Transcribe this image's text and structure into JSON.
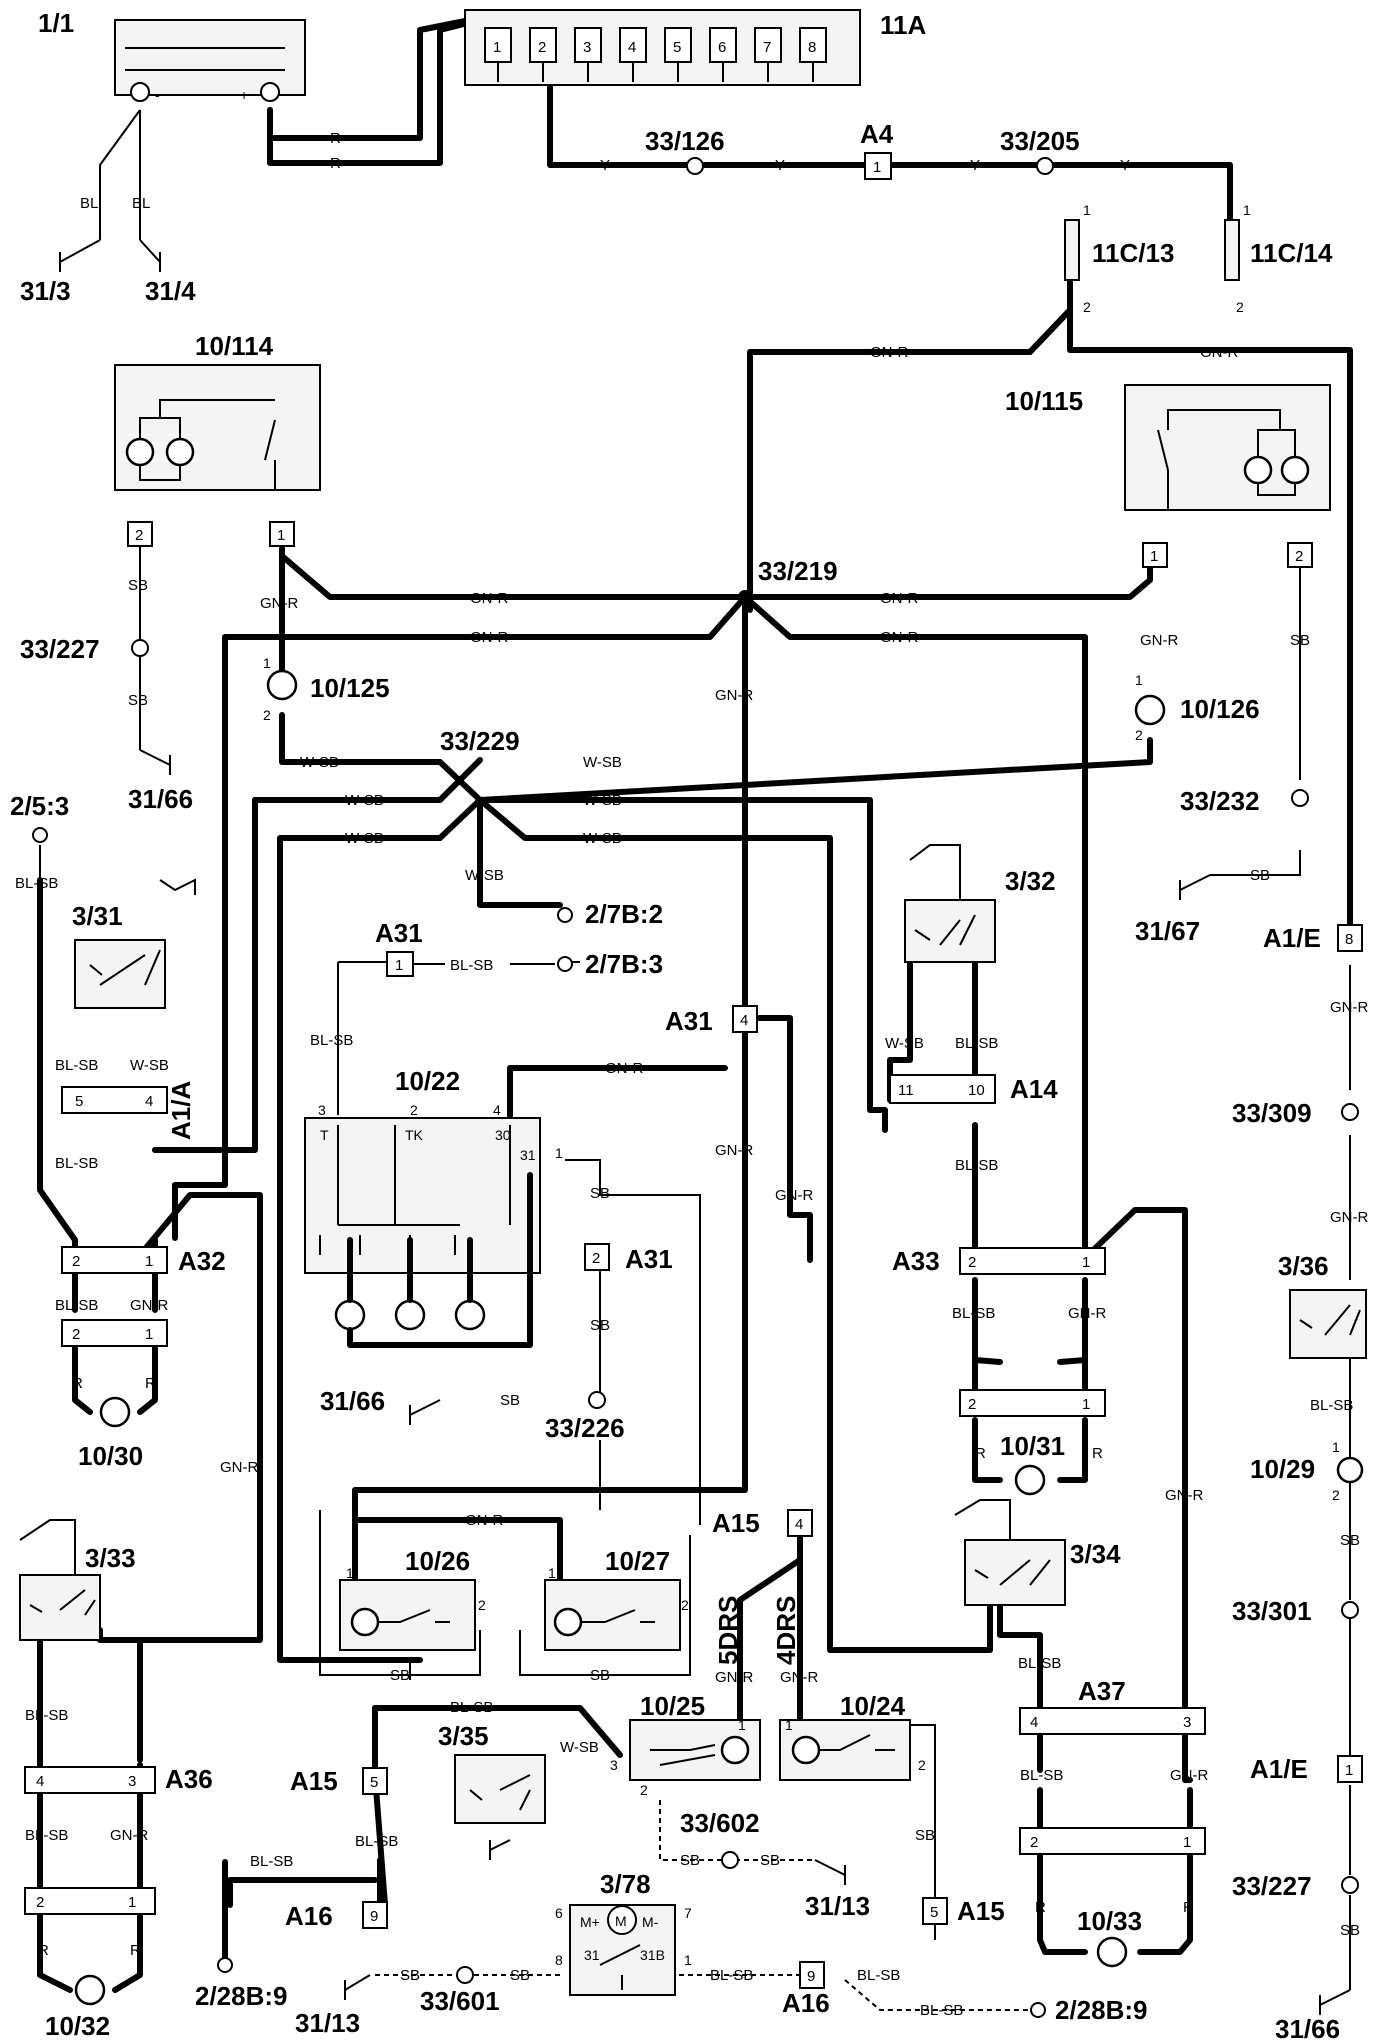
{
  "components": {
    "battery": "1/1",
    "fusebox": "11A",
    "fuse_numbers": [
      "1",
      "2",
      "3",
      "4",
      "5",
      "6",
      "7",
      "8"
    ],
    "c_11c13": "11C/13",
    "c_11c14": "11C/14",
    "lamp_10_114": "10/114",
    "lamp_10_115": "10/115",
    "lamp_10_125": "10/125",
    "lamp_10_126": "10/126",
    "lamp_10_22": "10/22",
    "lamp_10_26": "10/26",
    "lamp_10_27": "10/27",
    "lamp_10_25": "10/25",
    "lamp_10_24": "10/24",
    "lamp_10_30": "10/30",
    "lamp_10_31": "10/31",
    "lamp_10_32": "10/32",
    "lamp_10_33": "10/33",
    "lamp_10_29": "10/29",
    "sw_3_31": "3/31",
    "sw_3_32": "3/32",
    "sw_3_33": "3/33",
    "sw_3_34": "3/34",
    "sw_3_35": "3/35",
    "sw_3_36": "3/36",
    "motor_3_78": "3/78",
    "motor_sym": "M",
    "door_5": "5DRS",
    "door_4": "4DRS"
  },
  "splices": {
    "s126": "33/126",
    "s205": "33/205",
    "s219": "33/219",
    "s229": "33/229",
    "s227a": "33/227",
    "s227b": "33/227",
    "s232": "33/232",
    "s309": "33/309",
    "s301": "33/301",
    "s226": "33/226",
    "s602": "33/602",
    "s601": "33/601"
  },
  "grounds": {
    "g31_3": "31/3",
    "g31_4": "31/4",
    "g31_66a": "31/66",
    "g31_66b": "31/66",
    "g31_66c": "31/66",
    "g31_67": "31/67",
    "g31_13a": "31/13",
    "g31_13b": "31/13"
  },
  "connectors": {
    "A4": "A4",
    "A31a": "A31",
    "A31b": "A31",
    "A31c": "A31",
    "A1A": "A1/A",
    "A32": "A32",
    "A14": "A14",
    "A33": "A33",
    "A1E_a": "A1/E",
    "A1E_b": "A1/E",
    "A15a": "A15",
    "A15b": "A15",
    "A15c": "A15",
    "A16a": "A16",
    "A16b": "A16",
    "A36": "A36",
    "A37": "A37"
  },
  "terminals": {
    "t2_5_3": "2/5:3",
    "t2_7B_2": "2/7B:2",
    "t2_7B_3": "2/7B:3",
    "t2_28B_9a": "2/28B:9",
    "t2_28B_9b": "2/28B:9"
  },
  "wire_colors": {
    "R": "R",
    "Y": "Y",
    "BL": "BL",
    "SB": "SB",
    "GNR": "GN-R",
    "WSB": "W-SB",
    "BLSB": "BL-SB"
  },
  "pins": {
    "p1": "1",
    "p2": "2",
    "p3": "3",
    "p4": "4",
    "p5": "5",
    "p6": "6",
    "p7": "7",
    "p8": "8",
    "p9": "9",
    "p10": "10",
    "p11": "11",
    "p30": "30",
    "p31": "31",
    "p31b": "31B",
    "pT": "T",
    "pTK": "TK",
    "pMp": "M+",
    "pMm": "M-",
    "minus": "-",
    "plus": "+"
  },
  "colors": {
    "ink": "#000000",
    "paper": "#ffffff",
    "component_fill": "#f4f4f4"
  }
}
